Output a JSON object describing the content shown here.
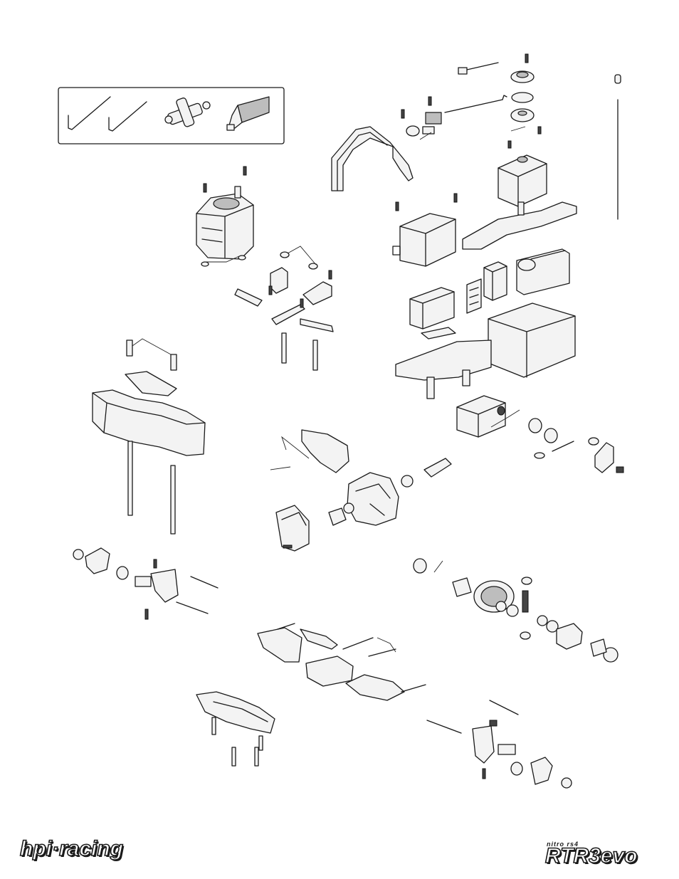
{
  "page": {
    "title": "Exploded parts diagram",
    "background": "#ffffff",
    "line_color": "#1a1a1a"
  },
  "branding": {
    "left_logo_text": "hpi·racing",
    "right_logo_small": "nitro rs4",
    "right_logo_text": "RTR3evo"
  },
  "tools_box": {
    "items": [
      "hex-wrench-long-icon",
      "hex-wrench-short-icon",
      "cross-wrench-icon",
      "glue-bottle-icon"
    ]
  }
}
